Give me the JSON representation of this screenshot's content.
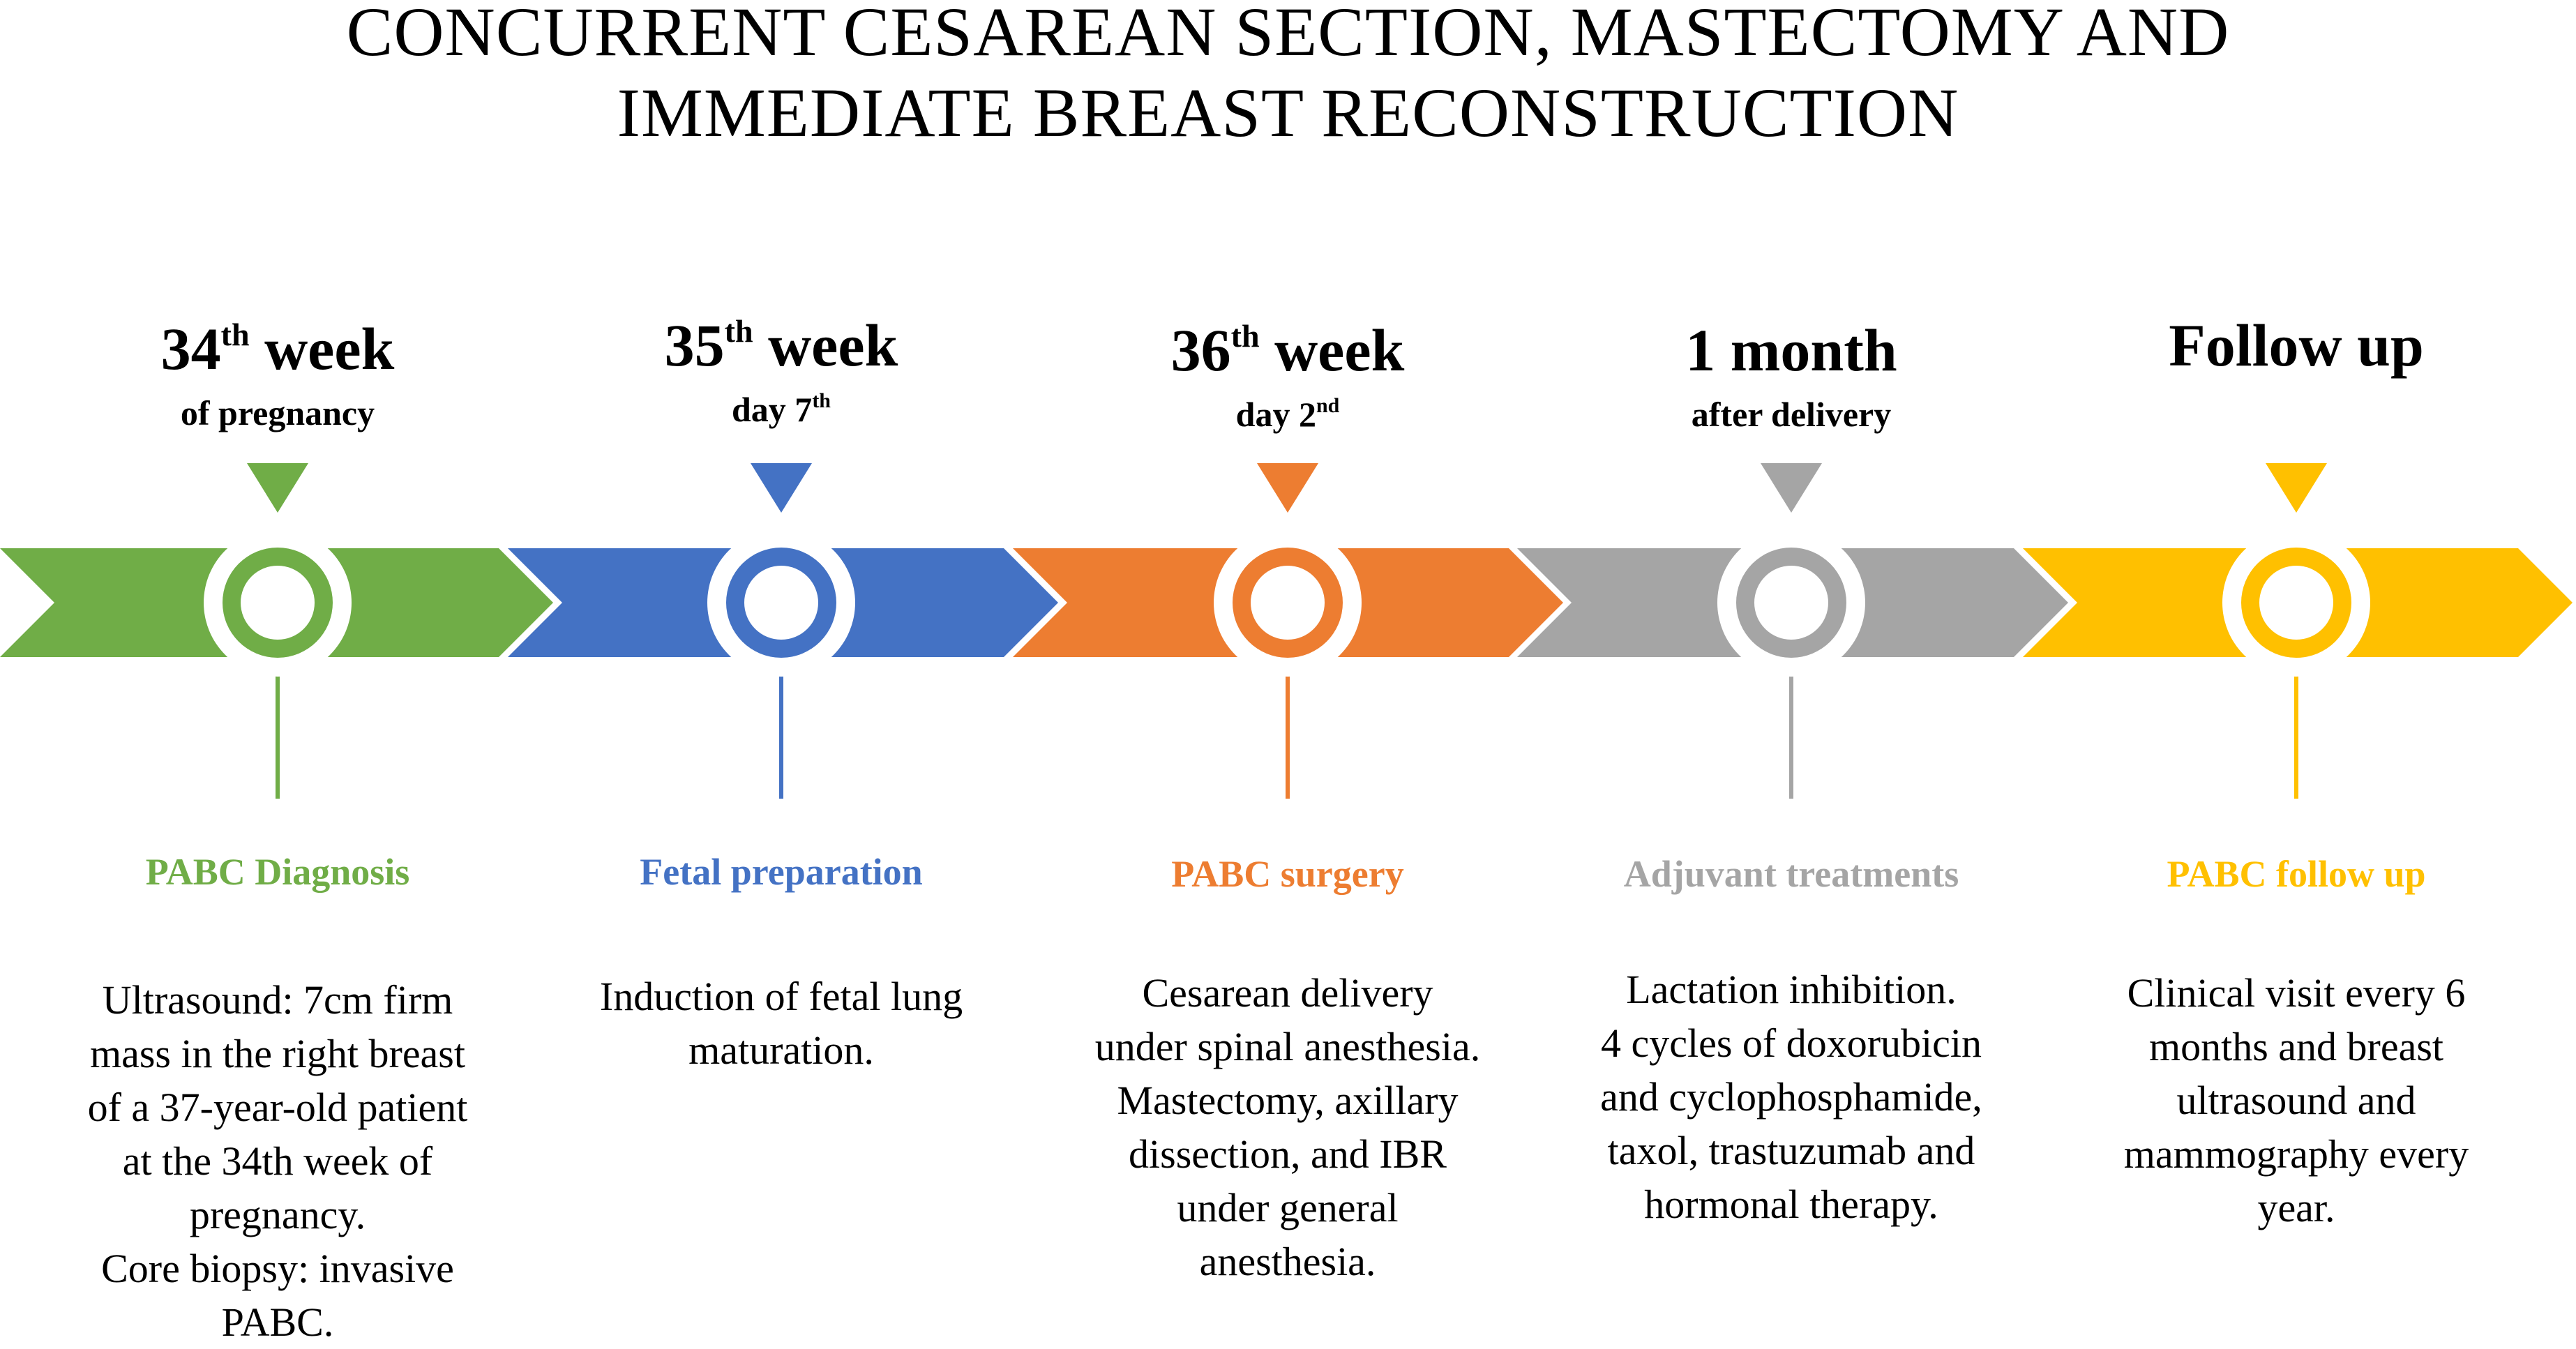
{
  "title": {
    "line1": "CONCURRENT CESAREAN SECTION, MASTECTOMY AND",
    "line2": "IMMEDIATE BREAST RECONSTRUCTION"
  },
  "stages": [
    {
      "color": "#70AD47",
      "heading": {
        "num": "34",
        "sup": "th",
        "rest": " week"
      },
      "sub": {
        "text": "of pregnancy",
        "sup": ""
      },
      "phase": "PABC Diagnosis",
      "lines": [
        "Ultrasound: 7cm firm",
        "mass in the right breast",
        "of a 37-year-old patient",
        "at the 34th week of",
        "pregnancy.",
        "Core biopsy:  invasive",
        "PABC."
      ]
    },
    {
      "color": "#4472C4",
      "heading": {
        "num": "35",
        "sup": "th",
        "rest": " week"
      },
      "sub": {
        "text": "day 7",
        "sup": "th"
      },
      "phase": "Fetal preparation",
      "lines": [
        "Induction of fetal lung",
        "maturation."
      ]
    },
    {
      "color": "#ED7D31",
      "heading": {
        "num": "36",
        "sup": "th",
        "rest": " week"
      },
      "sub": {
        "text": "day 2",
        "sup": "nd"
      },
      "phase": "PABC surgery",
      "lines": [
        "Cesarean delivery",
        "under spinal anesthesia.",
        "Mastectomy, axillary",
        "dissection, and IBR",
        "under general",
        "anesthesia."
      ]
    },
    {
      "color": "#A5A5A5",
      "heading": {
        "num": "1 month",
        "sup": "",
        "rest": ""
      },
      "sub": {
        "text": "after delivery",
        "sup": ""
      },
      "phase": "Adjuvant treatments",
      "lines": [
        "Lactation inhibition.",
        "4 cycles of doxorubicin",
        "and cyclophosphamide,",
        "taxol, trastuzumab and",
        "hormonal therapy."
      ]
    },
    {
      "color": "#FFC000",
      "heading": {
        "num": "Follow up",
        "sup": "",
        "rest": ""
      },
      "sub": {
        "text": "",
        "sup": ""
      },
      "phase": "PABC follow up",
      "lines": [
        "Clinical visit every 6",
        "months and breast",
        "ultrasound and",
        "mammography every",
        "year."
      ]
    }
  ]
}
